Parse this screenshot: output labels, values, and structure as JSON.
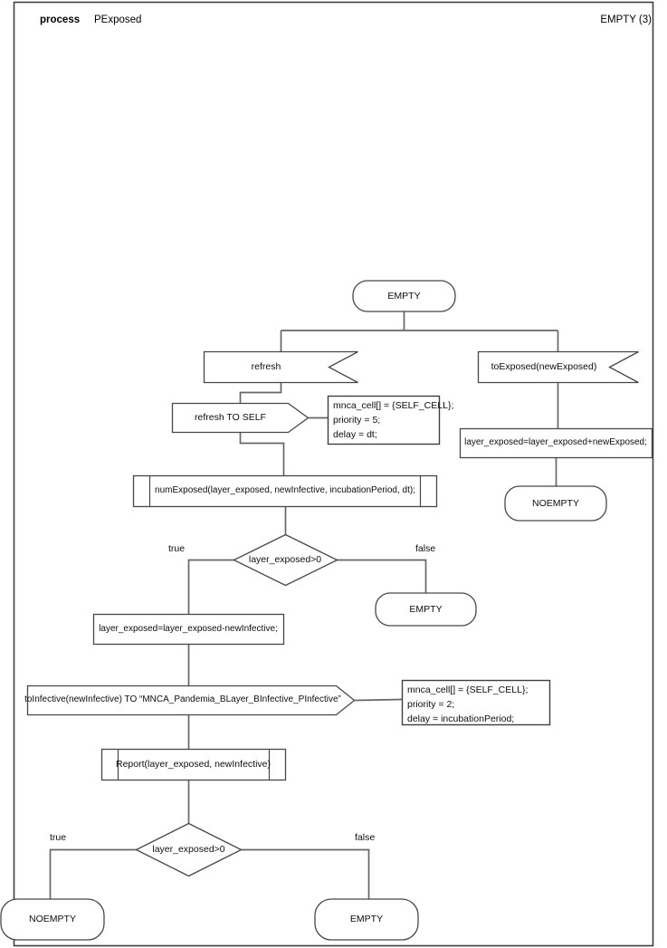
{
  "header": {
    "kind": "process",
    "name": "PExposed",
    "page": "EMPTY (3)"
  },
  "states": {
    "empty_top": "EMPTY",
    "noempty_right": "NOEMPTY",
    "empty_mid": "EMPTY",
    "noempty_bottom": "NOEMPTY",
    "empty_bottom": "EMPTY"
  },
  "inputs": {
    "refresh": "refresh",
    "to_exposed": "toExposed(newExposed)"
  },
  "outputs": {
    "refresh_to_self": "refresh TO SELF",
    "to_infective": "toInfective(newInfective) TO “MNCA_Pandemia_BLayer_BInfective_PInfective”"
  },
  "tasks": {
    "add_exposed": "layer_exposed=layer_exposed+newExposed;",
    "sub_exposed": "layer_exposed=layer_exposed-newInfective;"
  },
  "procedures": {
    "num_exposed": "numExposed(layer_exposed, newInfective, incubationPeriod, dt);",
    "report": "Report(layer_exposed, newInfective)"
  },
  "decisions": {
    "d1": {
      "text": "layer_exposed>0",
      "true": "true",
      "false": "false"
    },
    "d2": {
      "text": "layer_exposed>0",
      "true": "true",
      "false": "false"
    }
  },
  "comments": {
    "self_cell_refresh": {
      "l1": "mnca_cell[] = {SELF_CELL};",
      "l2": "priority = 5;",
      "l3": "delay = dt;"
    },
    "self_cell_infective": {
      "l1": "mnca_cell[] = {SELF_CELL};",
      "l2": "priority = 2;",
      "l3": "delay = incubationPeriod;"
    }
  },
  "colors": {
    "line": "#474747",
    "connector": "#666666",
    "background": "#ffffff",
    "text": "#0d0d0d"
  }
}
